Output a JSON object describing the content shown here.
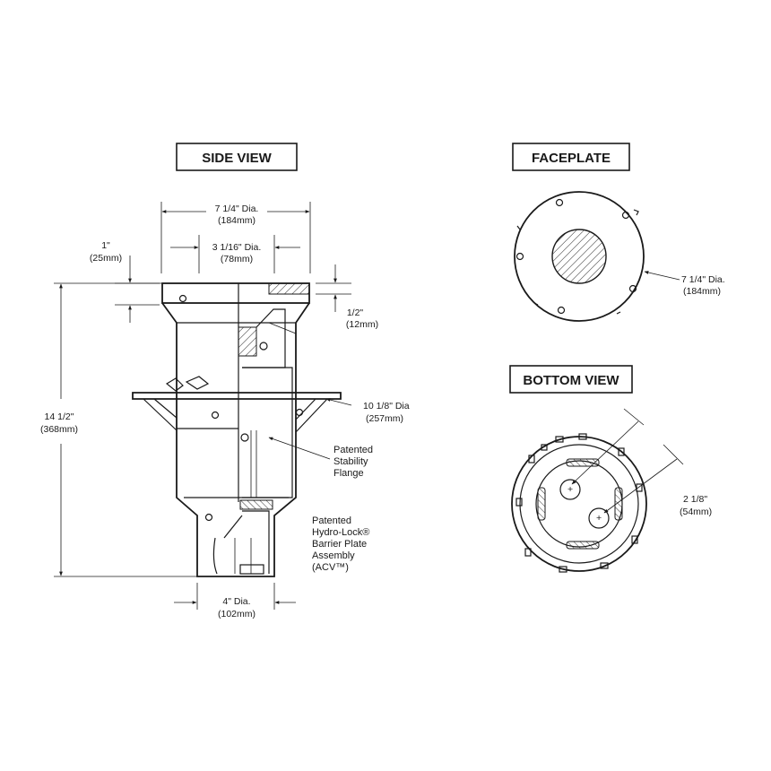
{
  "side_view": {
    "title": "SIDE VIEW",
    "dims": {
      "top_dia": "7 1/4\" Dia.",
      "top_dia_mm": "(184mm)",
      "inner_dia": "3 1/16\" Dia.",
      "inner_dia_mm": "(78mm)",
      "rim": "1\"",
      "rim_mm": "(25mm)",
      "lip": "1/2\"",
      "lip_mm": "(12mm)",
      "height": "14 1/2\"",
      "height_mm": "(368mm)",
      "flange_dia": "10 1/8\" Dia",
      "flange_dia_mm": "(257mm)",
      "bottom_dia": "4\" Dia.",
      "bottom_dia_mm": "(102mm)"
    },
    "callouts": {
      "stability": [
        "Patented",
        "Stability",
        "Flange"
      ],
      "barrier": [
        "Patented",
        "Hydro-Lock®",
        "Barrier Plate",
        "Assembly",
        "(ACV™)"
      ]
    }
  },
  "faceplate": {
    "title": "FACEPLATE",
    "dia": "7 1/4\" Dia.",
    "dia_mm": "(184mm)"
  },
  "bottom_view": {
    "title": "BOTTOM VIEW",
    "dia": "2 1/8\"",
    "dia_mm": "(54mm)"
  }
}
